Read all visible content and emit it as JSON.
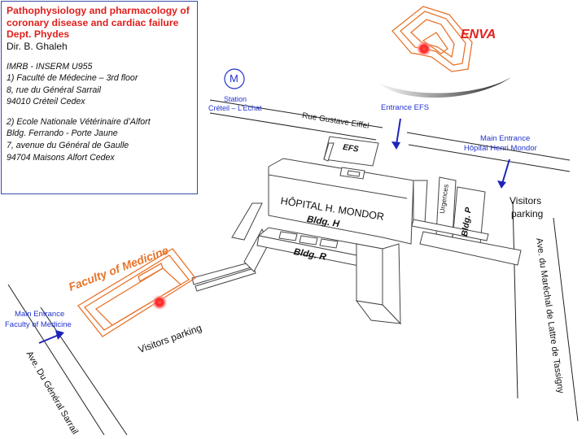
{
  "info": {
    "title_lines": [
      "Pathophysiology and pharmacology of",
      "coronary disease and cardiac failure",
      "Dept. Phydes"
    ],
    "director": "Dir. B. Ghaleh",
    "address1": [
      "IMRB - INSERM U955",
      "1) Faculté de Médecine – 3rd floor",
      "8, rue du Général Sarrail",
      "94010 Créteil Cedex"
    ],
    "address2": [
      "2) Ecole Nationale Vétérinaire d’Alfort",
      "Bldg. Ferrando - Porte Jaune",
      "7, avenue du Général de Gaulle",
      "94704 Maisons Alfort Cedex"
    ]
  },
  "labels": {
    "enva": "ENVA",
    "metro_symbol": "M",
    "station_line1": "Station",
    "station_line2": "Créteil – L’Échat",
    "entrance_efs": "Entrance EFS",
    "street_eiffel": "Rue Gustave Eiffel",
    "main_entrance_mondor_1": "Main Entrance",
    "main_entrance_mondor_2": "Hôpital Henri Mondor",
    "efs_building": "EFS",
    "hospital_name": "HÔPITAL H. MONDOR",
    "bldg_h": "Bldg. H",
    "bldg_r": "Bldg. R",
    "urgences": "Urgences",
    "bldg_p": "Bldg. P",
    "visitors_parking_right_1": "Visitors",
    "visitors_parking_right_2": "parking",
    "faculty_of_medicine": "Faculty of Medicine",
    "main_entrance_faculty_1": "Main Entrance",
    "main_entrance_faculty_2": "Faculty of Medicine",
    "visitors_parking_left": "Visitors parking",
    "avenue_sarrail": "Ave. Du Général Sarrail",
    "avenue_tassigny": "Ave. du Maréchal de Lattre de Tassigny"
  },
  "colors": {
    "info_title": "#e0201e",
    "orange": "#e8742a",
    "blue_text": "#2233cc",
    "arrow": "#1e24b8",
    "location_dot": "#ff2020"
  }
}
